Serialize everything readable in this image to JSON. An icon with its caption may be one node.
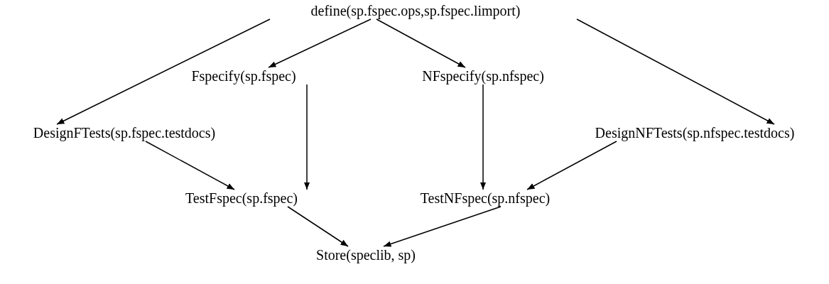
{
  "diagram": {
    "nodes": [
      {
        "text": [
          "define(sp.fspec.ops,sp.fspec.limport)"
        ]
      },
      {
        "text": [
          "Fspecify(sp.fspec)"
        ]
      },
      {
        "text": [
          "NFspecify(sp.nfspec)"
        ]
      },
      {
        "text": [
          "DesignFTests(sp.fspec.testdocs)"
        ]
      },
      {
        "text": [
          "DesignNFTests(sp.nfspec.testdocs)"
        ]
      },
      {
        "text": [
          "TestFspec(sp.fspec)"
        ]
      },
      {
        "text": [
          "TestNFspec(sp.nfspec)"
        ]
      },
      {
        "text": [
          "Store(speclib, sp)"
        ]
      }
    ],
    "edges": [
      {
        "from": 0,
        "to": 3,
        "arrow": "to"
      },
      {
        "from": 0,
        "to": 1,
        "arrow": "to"
      },
      {
        "from": 0,
        "to": 2,
        "arrow": "to"
      },
      {
        "from": 0,
        "to": 4,
        "arrow": "to"
      },
      {
        "from": 1,
        "to": 5,
        "arrow": "to"
      },
      {
        "from": 2,
        "to": 6,
        "arrow": "to"
      },
      {
        "from": 3,
        "to": 5,
        "arrow": "to"
      },
      {
        "from": 4,
        "to": 6,
        "arrow": "to"
      },
      {
        "from": 5,
        "to": 7,
        "arrow": "to"
      },
      {
        "from": 6,
        "to": 7,
        "arrow": "to"
      }
    ]
  }
}
